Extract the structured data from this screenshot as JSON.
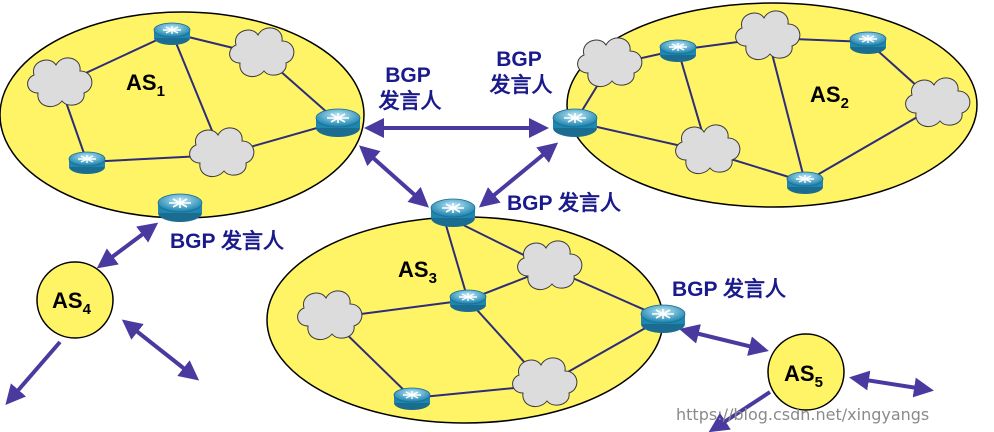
{
  "labels": {
    "as1": {
      "main": "AS",
      "sub": "1"
    },
    "as2": {
      "main": "AS",
      "sub": "2"
    },
    "as3": {
      "main": "AS",
      "sub": "3"
    },
    "as4": {
      "main": "AS",
      "sub": "4"
    },
    "as5": {
      "main": "AS",
      "sub": "5"
    },
    "bgp_top_left": {
      "line1": "BGP",
      "line2": "发言人"
    },
    "bgp_top_right": {
      "line1": "BGP",
      "line2": "发言人"
    },
    "bgp_middle": "BGP 发言人",
    "bgp_as1_bottom": "BGP 发言人",
    "bgp_as3_right": "BGP 发言人"
  },
  "watermark": "https://blog.csdn.net/xingyangs",
  "colors": {
    "as_fill": "#FFF466",
    "as_stroke": "#000000",
    "link": "#3a3a8c",
    "arrow": "#4a3aa0",
    "cloud": "#d9d9d9",
    "router": "#2a8fb8",
    "label": "#1a1a8c"
  }
}
